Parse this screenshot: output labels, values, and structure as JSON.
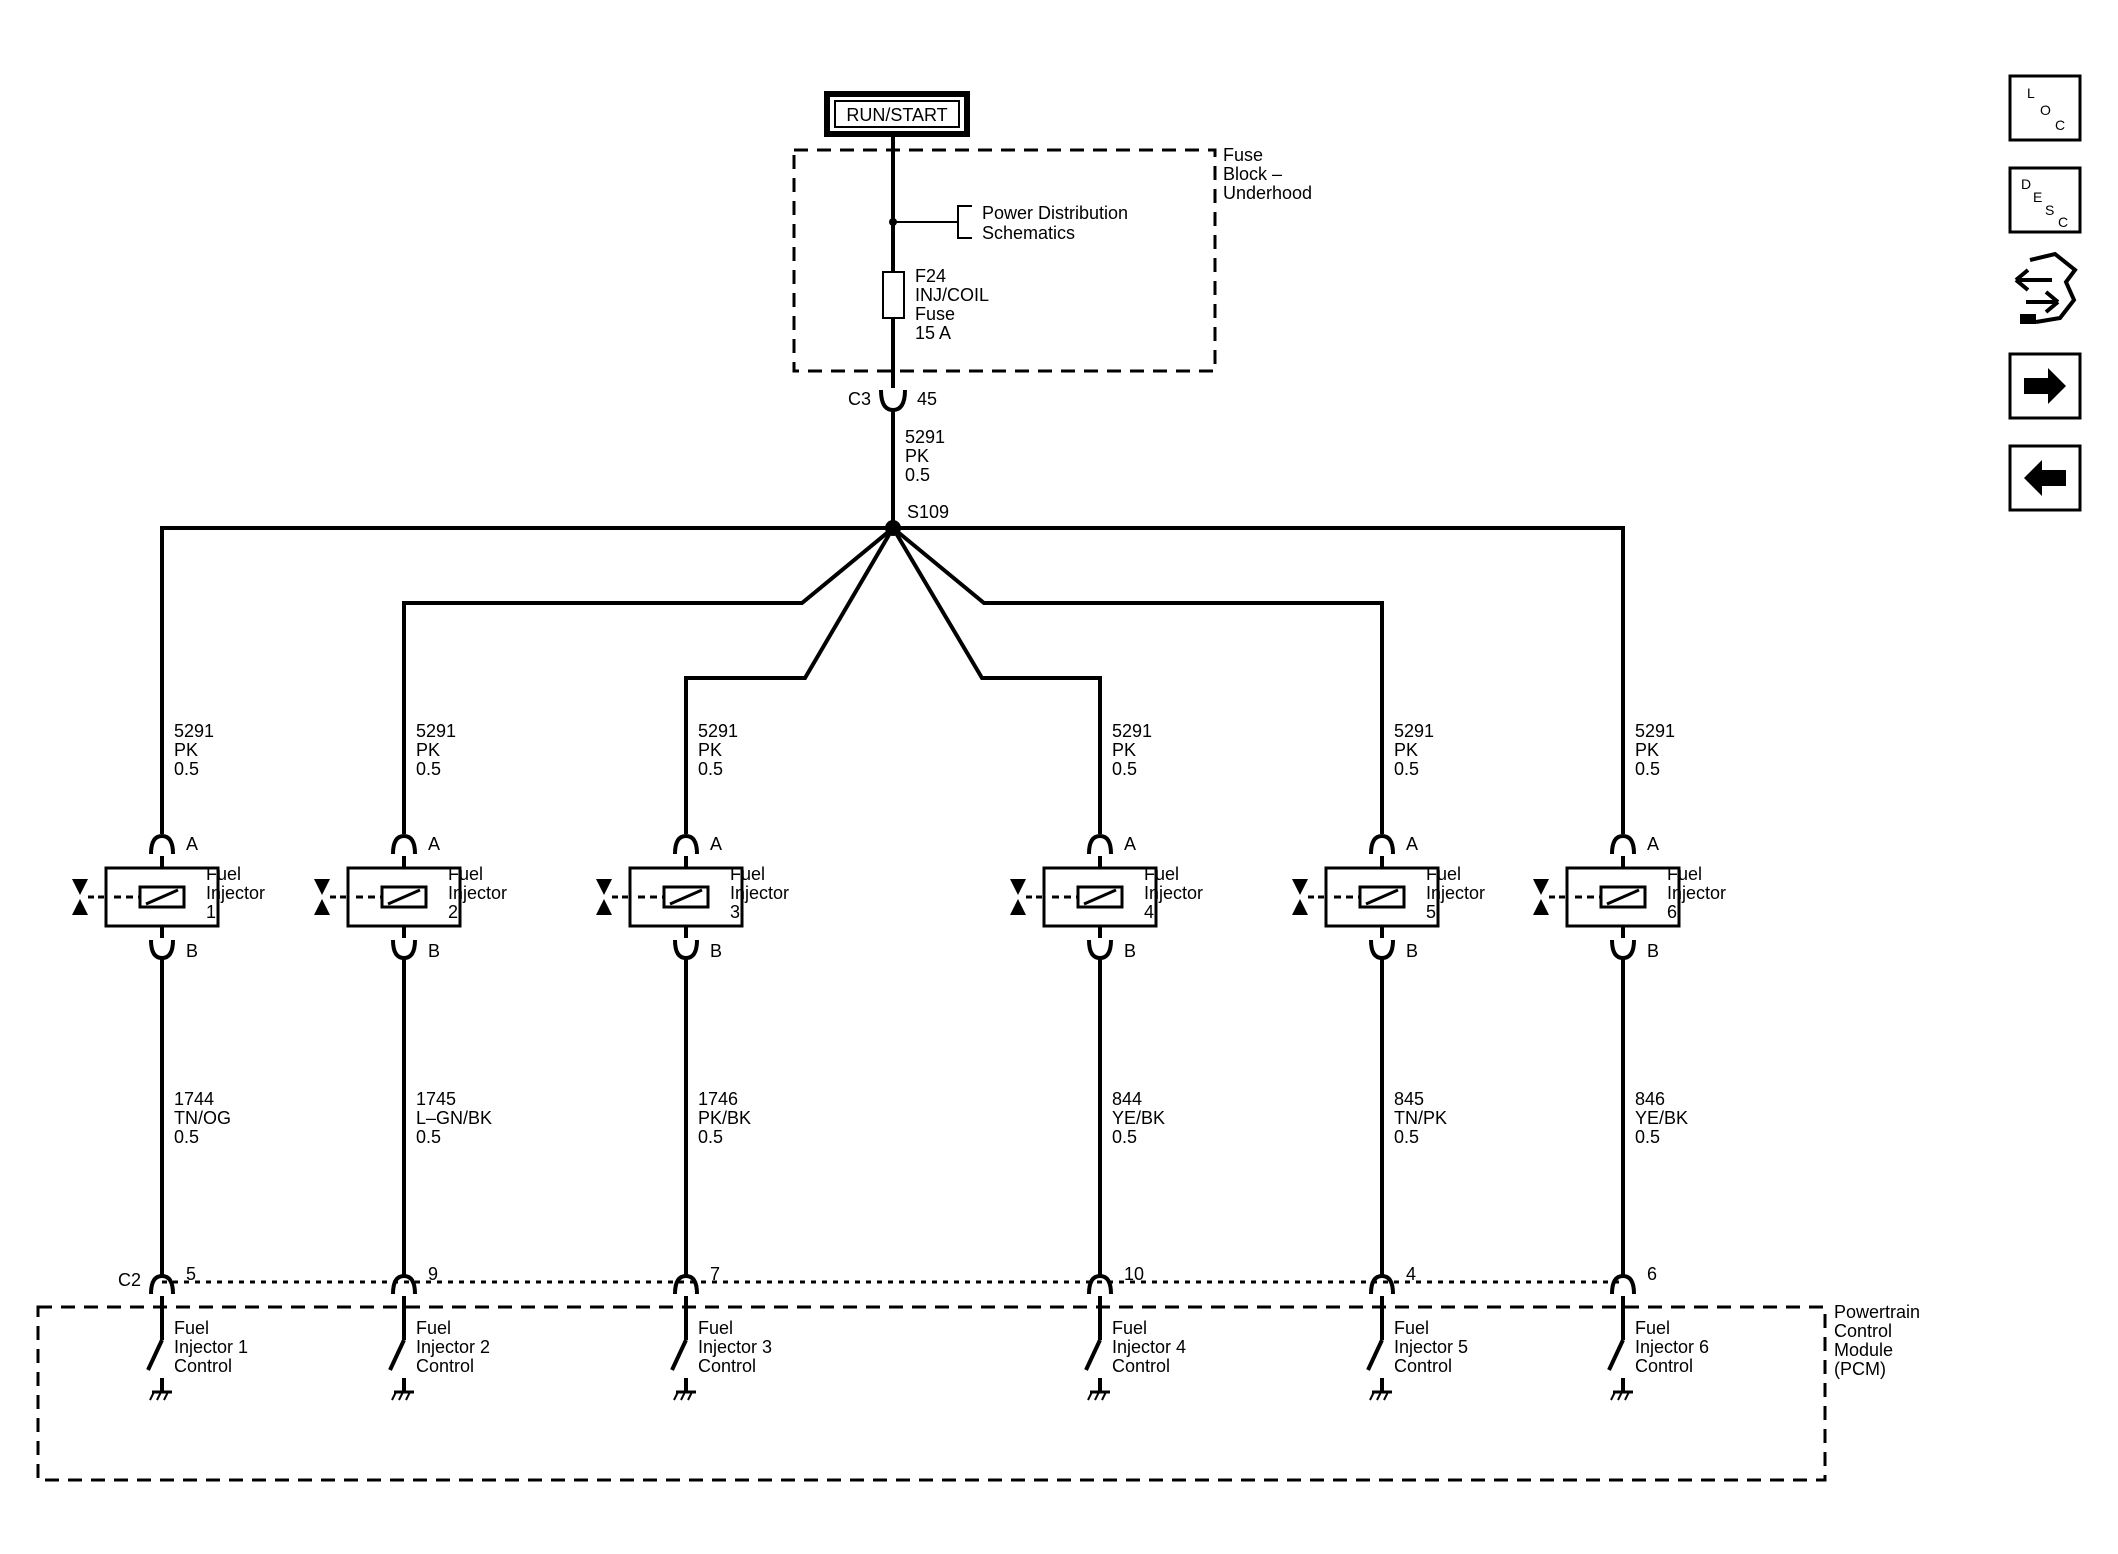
{
  "power_source": {
    "label": "RUN/START"
  },
  "fuse_block": {
    "label_lines": [
      "Fuse",
      "Block –",
      "Underhood"
    ],
    "power_distribution_lines": [
      "Power Distribution",
      "Schematics"
    ],
    "fuse_lines": [
      "F24",
      "INJ/COIL",
      "Fuse",
      "15 A"
    ]
  },
  "connector_c3": {
    "name": "C3",
    "pin": "45"
  },
  "feed_wire": {
    "circuit": "5291",
    "color": "PK",
    "size": "0.5"
  },
  "splice": {
    "name": "S109"
  },
  "connector_c2": {
    "name": "C2"
  },
  "pcm": {
    "label_lines": [
      "Powertrain",
      "Control",
      "Module",
      "(PCM)"
    ]
  },
  "injectors": [
    {
      "name_lines": [
        "Fuel",
        "Injector",
        "1"
      ],
      "pin_a": "A",
      "pin_b": "B",
      "feed": {
        "circuit": "5291",
        "color": "PK",
        "size": "0.5"
      },
      "control": {
        "circuit": "1744",
        "color": "TN/OG",
        "size": "0.5"
      },
      "pcm_pin": "5",
      "pcm_label_lines": [
        "Fuel",
        "Injector 1",
        "Control"
      ]
    },
    {
      "name_lines": [
        "Fuel",
        "Injector",
        "2"
      ],
      "pin_a": "A",
      "pin_b": "B",
      "feed": {
        "circuit": "5291",
        "color": "PK",
        "size": "0.5"
      },
      "control": {
        "circuit": "1745",
        "color": "L–GN/BK",
        "size": "0.5"
      },
      "pcm_pin": "9",
      "pcm_label_lines": [
        "Fuel",
        "Injector 2",
        "Control"
      ]
    },
    {
      "name_lines": [
        "Fuel",
        "Injector",
        "3"
      ],
      "pin_a": "A",
      "pin_b": "B",
      "feed": {
        "circuit": "5291",
        "color": "PK",
        "size": "0.5"
      },
      "control": {
        "circuit": "1746",
        "color": "PK/BK",
        "size": "0.5"
      },
      "pcm_pin": "7",
      "pcm_label_lines": [
        "Fuel",
        "Injector 3",
        "Control"
      ]
    },
    {
      "name_lines": [
        "Fuel",
        "Injector",
        "4"
      ],
      "pin_a": "A",
      "pin_b": "B",
      "feed": {
        "circuit": "5291",
        "color": "PK",
        "size": "0.5"
      },
      "control": {
        "circuit": "844",
        "color": "YE/BK",
        "size": "0.5"
      },
      "pcm_pin": "10",
      "pcm_label_lines": [
        "Fuel",
        "Injector 4",
        "Control"
      ]
    },
    {
      "name_lines": [
        "Fuel",
        "Injector",
        "5"
      ],
      "pin_a": "A",
      "pin_b": "B",
      "feed": {
        "circuit": "5291",
        "color": "PK",
        "size": "0.5"
      },
      "control": {
        "circuit": "845",
        "color": "TN/PK",
        "size": "0.5"
      },
      "pcm_pin": "4",
      "pcm_label_lines": [
        "Fuel",
        "Injector 5",
        "Control"
      ]
    },
    {
      "name_lines": [
        "Fuel",
        "Injector",
        "6"
      ],
      "pin_a": "A",
      "pin_b": "B",
      "feed": {
        "circuit": "5291",
        "color": "PK",
        "size": "0.5"
      },
      "control": {
        "circuit": "846",
        "color": "YE/BK",
        "size": "0.5"
      },
      "pcm_pin": "6",
      "pcm_label_lines": [
        "Fuel",
        "Injector 6",
        "Control"
      ]
    }
  ],
  "nav": {
    "loc": {
      "letters": [
        "L",
        "O",
        "C"
      ],
      "icon": "loc-icon"
    },
    "desc": {
      "letters": [
        "D",
        "E",
        "S",
        "C"
      ],
      "icon": "desc-icon"
    },
    "connector_icon": "connector-end-view-icon",
    "next_icon": "arrow-right-icon",
    "prev_icon": "arrow-left-icon"
  }
}
